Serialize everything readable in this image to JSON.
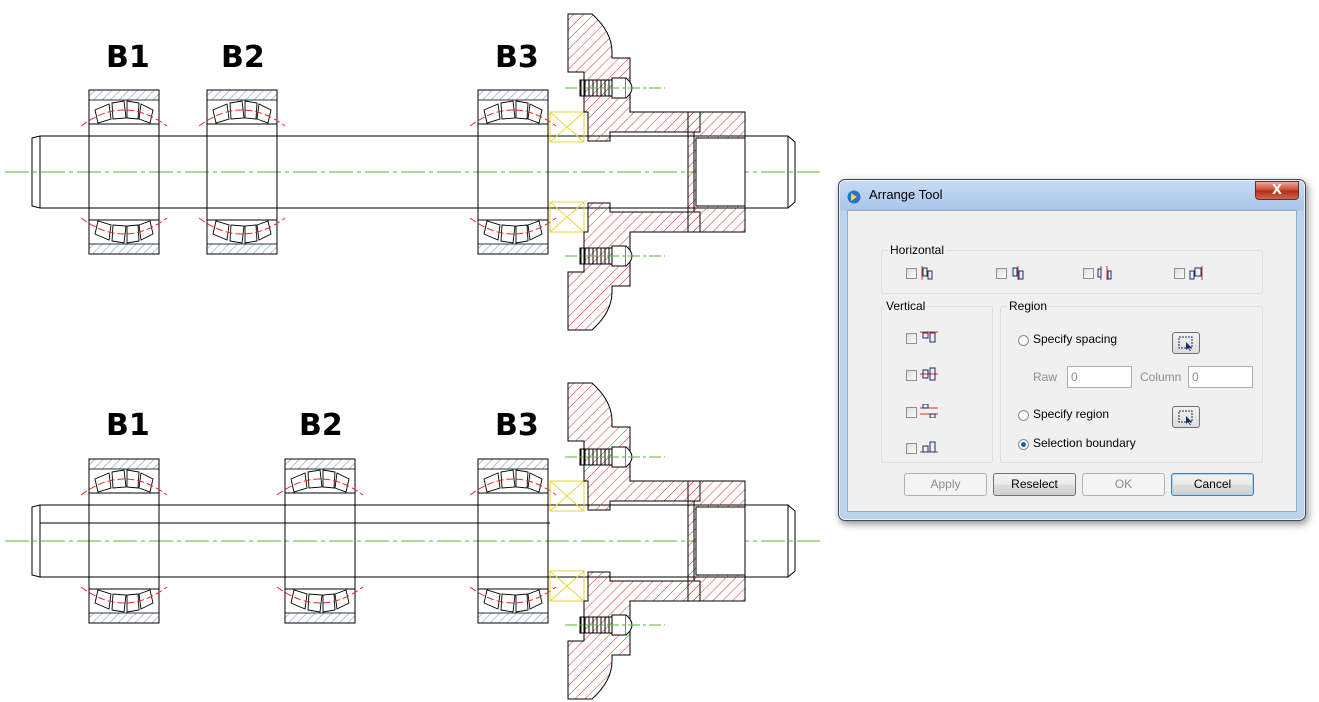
{
  "drawing": {
    "labels_top": [
      "B1",
      "B2",
      "B3"
    ],
    "labels_bottom": [
      "B1",
      "B2",
      "B3"
    ],
    "colors": {
      "bearing": "#7fa4d6",
      "hatch": "#e0292a",
      "centerline": "#58b43a",
      "spacer": "#e8d63a",
      "outline": "#000000"
    }
  },
  "dialog": {
    "title": "Arrange Tool",
    "close_label": "X",
    "horizontal": {
      "title": "Horizontal",
      "options": [
        {
          "icon": "align-left-icon"
        },
        {
          "icon": "align-center-icon"
        },
        {
          "icon": "distribute-horizontal-icon"
        },
        {
          "icon": "align-right-icon"
        }
      ]
    },
    "vertical": {
      "title": "Vertical",
      "options": [
        {
          "icon": "align-top-icon"
        },
        {
          "icon": "align-middle-icon"
        },
        {
          "icon": "distribute-vertical-icon"
        },
        {
          "icon": "align-bottom-icon"
        }
      ]
    },
    "region": {
      "title": "Region",
      "specify_spacing_label": "Specify spacing",
      "raw_label": "Raw",
      "raw_value": "0",
      "column_label": "Column",
      "column_value": "0",
      "specify_region_label": "Specify region",
      "selection_boundary_label": "Selection boundary",
      "selected_option": "Selection boundary"
    },
    "buttons": {
      "apply": "Apply",
      "reselect": "Reselect",
      "ok": "OK",
      "cancel": "Cancel"
    }
  }
}
